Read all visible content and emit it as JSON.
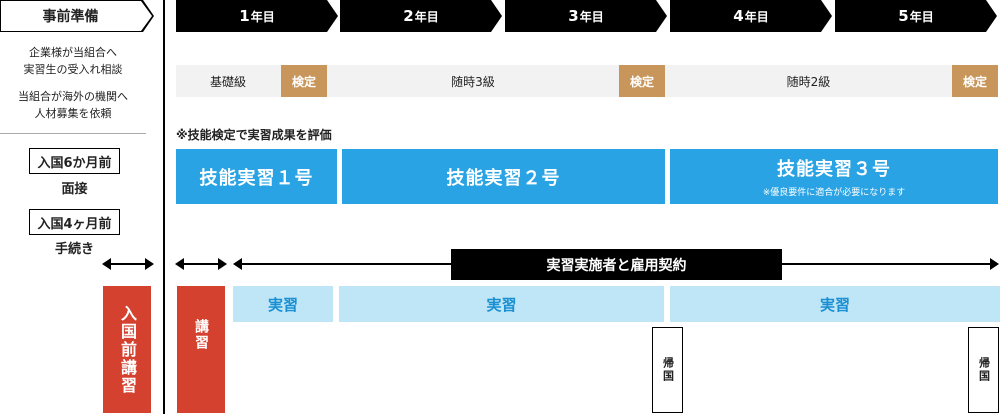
{
  "prep": {
    "header": "事前準備",
    "line1a": "企業様が当組合へ",
    "line1b": "実習生の受入れ相談",
    "line2a": "当組合が海外の機関へ",
    "line2b": "人材募集を依頼",
    "box1": "入国6か月前",
    "sub1": "面接",
    "box2": "入国4ヶ月前",
    "sub2": "手続き",
    "red_label": "入国前講習"
  },
  "years": [
    {
      "num": "1",
      "suffix": "年目"
    },
    {
      "num": "2",
      "suffix": "年目"
    },
    {
      "num": "3",
      "suffix": "年目"
    },
    {
      "num": "4",
      "suffix": "年目"
    },
    {
      "num": "5",
      "suffix": "年目"
    }
  ],
  "grades": {
    "basic": "基礎級",
    "kentei": "検定",
    "g3": "随時3級",
    "g2": "随時2級"
  },
  "note": "※技能検定で実習成果を評価",
  "programs": {
    "p1": "技能実習１号",
    "p2": "技能実習２号",
    "p3": "技能実習３号",
    "p3_sub": "※優良要件に適合が必要になります"
  },
  "contract": "実習実施者と雇用契約",
  "lecture": "講習",
  "practice": "実習",
  "kikoku": "帰国",
  "colors": {
    "blue": "#29a3e3",
    "lightblue": "#bfe6f7",
    "kentei": "#c8955a",
    "red": "#d4412f"
  }
}
